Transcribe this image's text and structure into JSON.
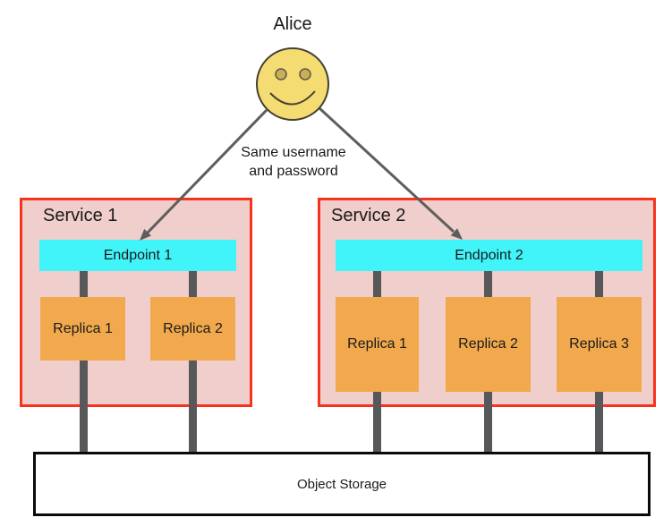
{
  "actor": {
    "label": "Alice",
    "note_line1": "Same username",
    "note_line2": "and password"
  },
  "services": [
    {
      "label": "Service 1",
      "endpoint": "Endpoint 1",
      "replicas": [
        "Replica 1",
        "Replica 2"
      ]
    },
    {
      "label": "Service 2",
      "endpoint": "Endpoint 2",
      "replicas": [
        "Replica 1",
        "Replica 2",
        "Replica 3"
      ]
    }
  ],
  "storage": {
    "label": "Object Storage"
  },
  "colors": {
    "service_fill": "#F0CECB",
    "service_border": "#F5331F",
    "endpoint_fill": "#41F4FA",
    "replica_fill": "#F2A94D",
    "connector_gray": "#58585A",
    "arrow_gray": "#5E5E5E",
    "face_fill": "#F5DC72",
    "face_outline": "#44412F",
    "storage_border": "#0A0A0A",
    "text": "#1A1A1A"
  }
}
